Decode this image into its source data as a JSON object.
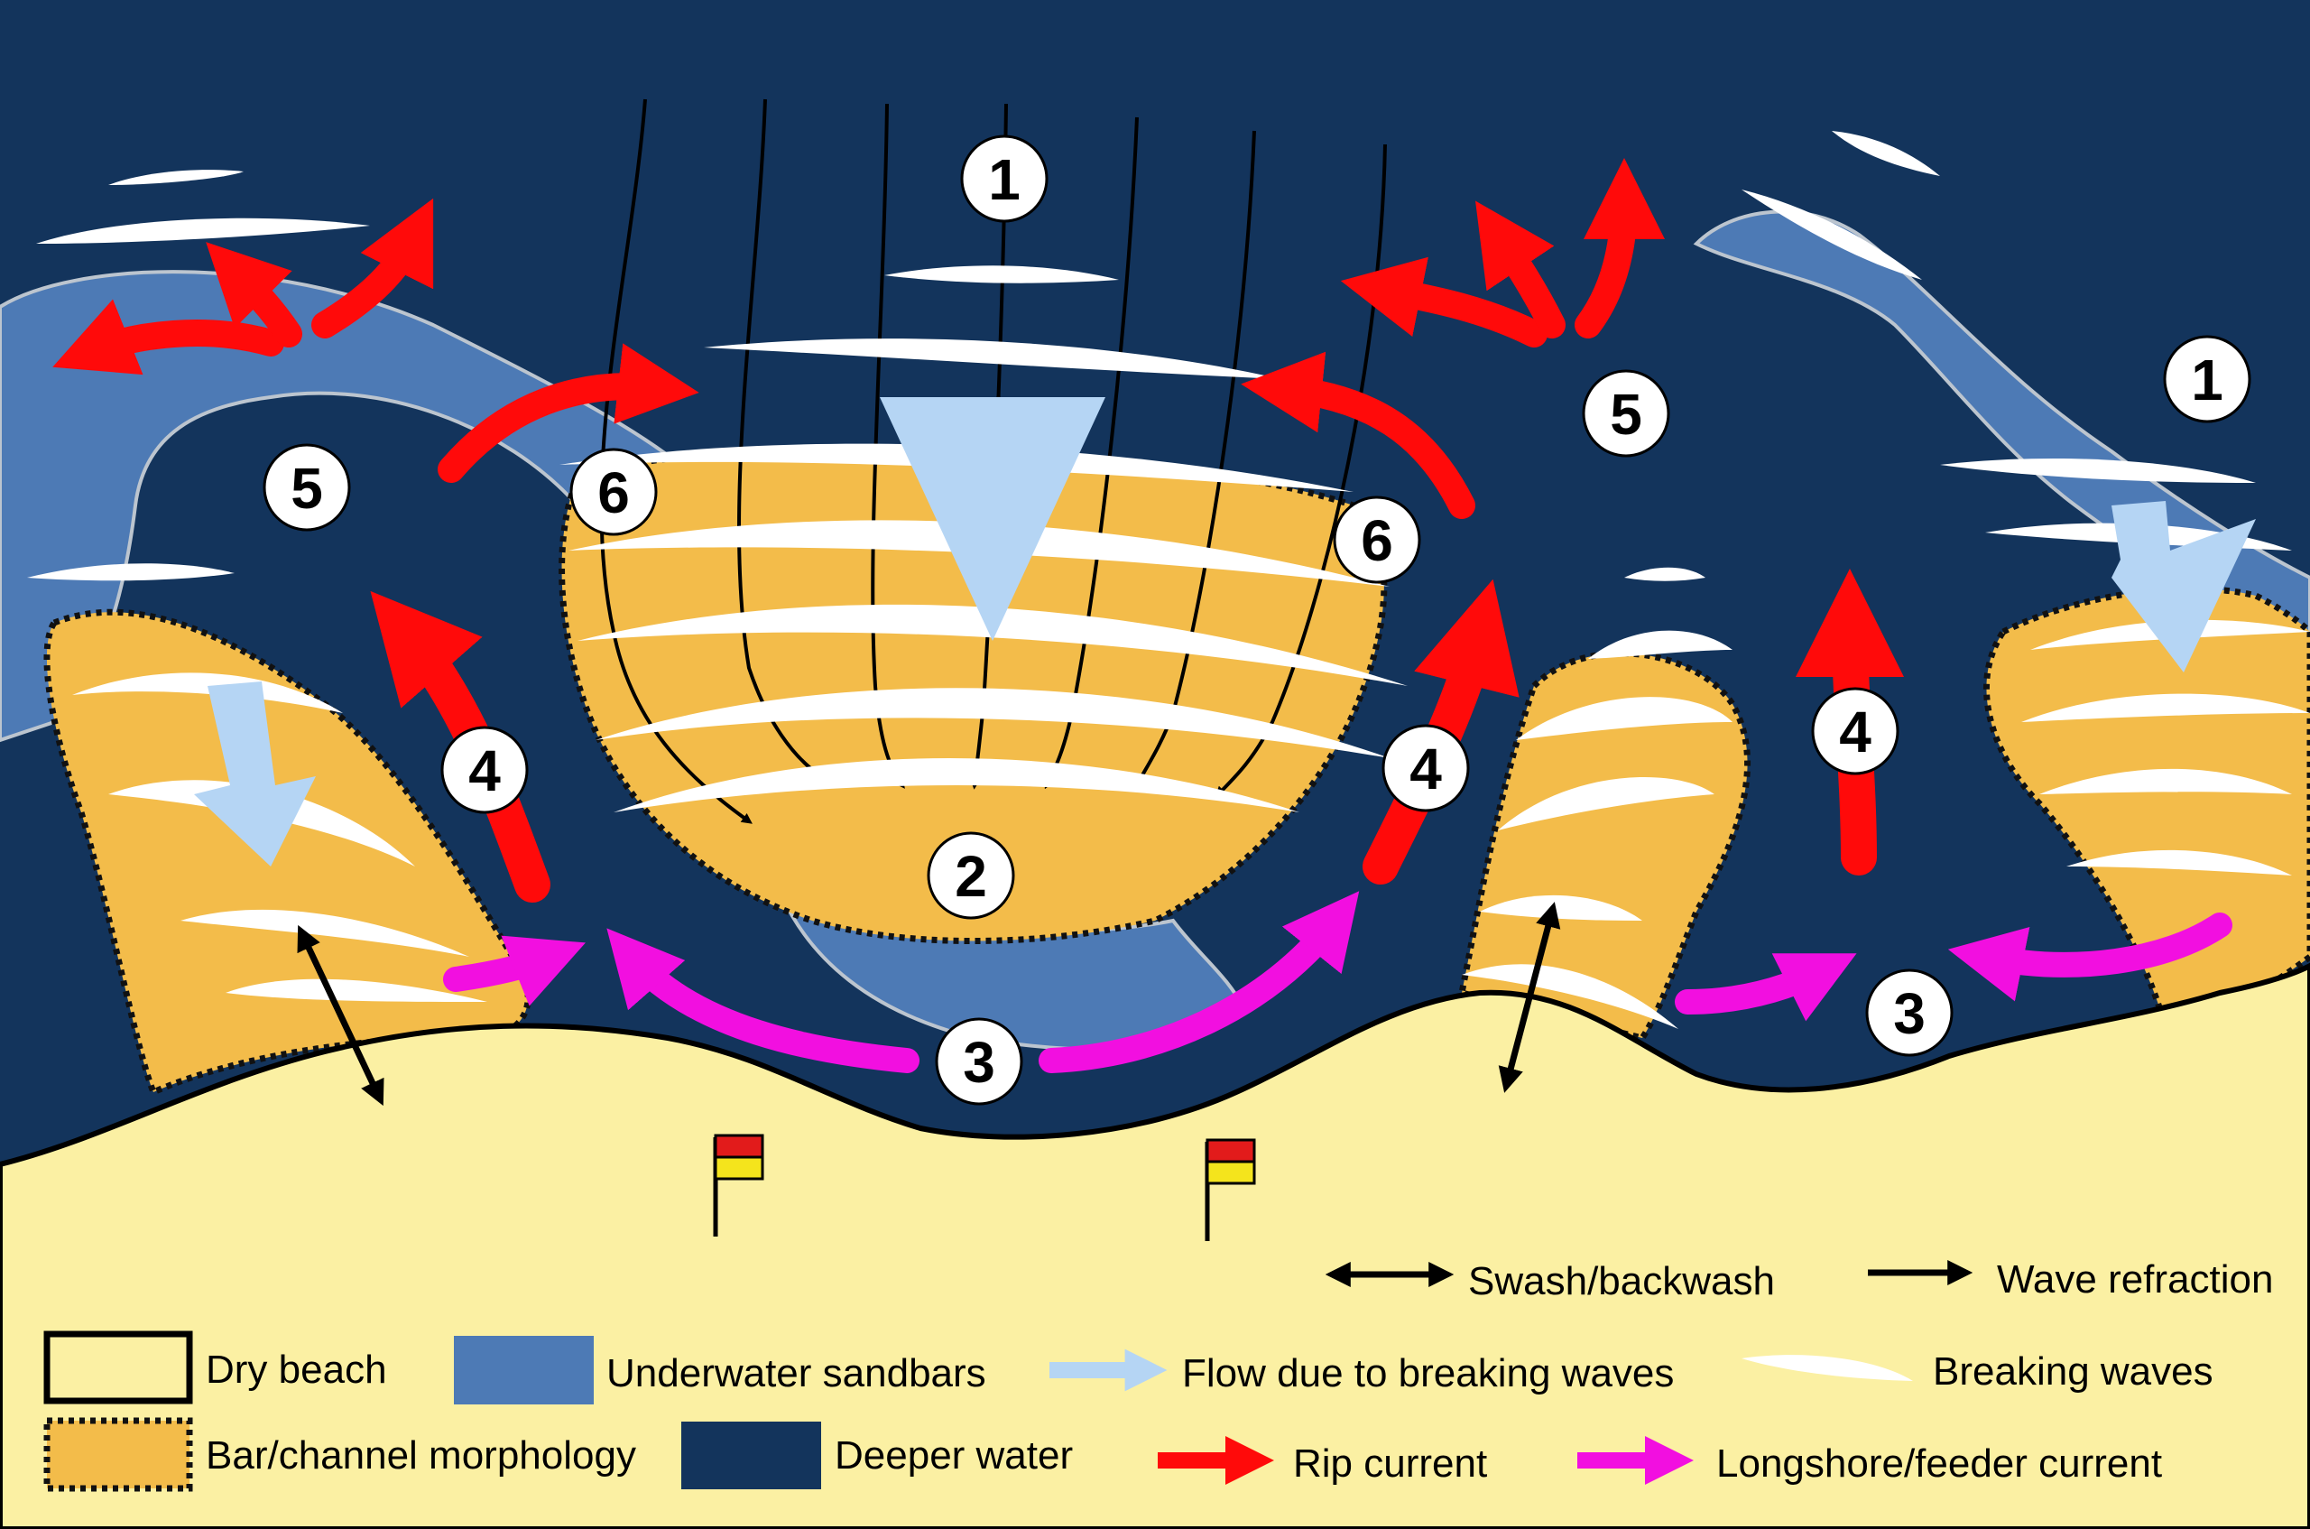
{
  "colors": {
    "dry_beach": "#fbf0a3",
    "bar_channel": "#f3bc4a",
    "underwater_sandbar": "#4d7ab5",
    "deeper_water": "#13345c",
    "breaking_flow": "#b5d5f4",
    "rip_current": "#ff0a0a",
    "longshore_current": "#f20fe0",
    "flag_red": "#e21b1b",
    "flag_yellow": "#f4e41c"
  },
  "markers": {
    "m1a": "1",
    "m1b": "1",
    "m2": "2",
    "m3a": "3",
    "m3b": "3",
    "m4a": "4",
    "m4b": "4",
    "m4c": "4",
    "m5a": "5",
    "m5b": "5",
    "m6a": "6",
    "m6b": "6"
  },
  "legend": {
    "swash": "Swash/backwash",
    "refraction": "Wave refraction",
    "dry_beach": "Dry beach",
    "underwater_sandbars": "Underwater sandbars",
    "flow_breaking": "Flow due to breaking waves",
    "breaking_waves": "Breaking waves",
    "bar_channel": "Bar/channel morphology",
    "deeper_water": "Deeper water",
    "rip_current": "Rip current",
    "longshore": "Longshore/feeder current"
  }
}
